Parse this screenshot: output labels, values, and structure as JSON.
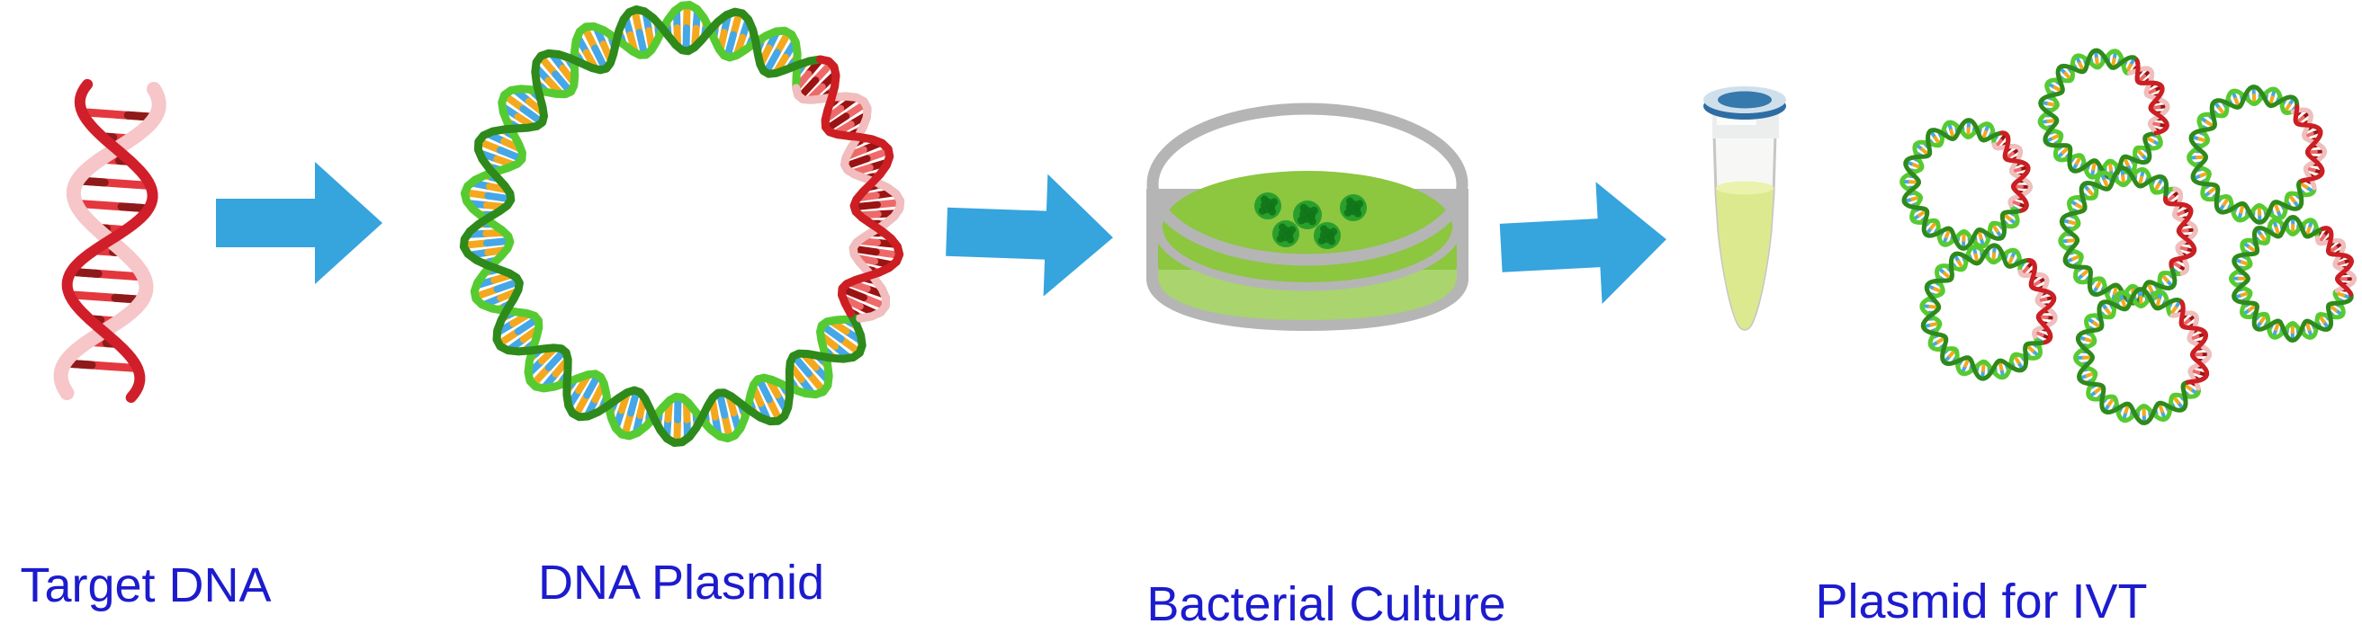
{
  "figure": {
    "type": "workflow-diagram",
    "stages": [
      {
        "label": "Target DNA",
        "icon": "dna-double-helix"
      },
      {
        "label": "DNA Plasmid",
        "icon": "plasmid-ring"
      },
      {
        "label": "Bacterial Culture",
        "icon": "petri-dish"
      },
      {
        "label": "Plasmid for IVT",
        "icon": "plasmid-ring-group"
      }
    ],
    "connector_icon": "arrow-right",
    "connector_count": 3,
    "plasmid_copies_shown": 7,
    "colony_count": 5
  },
  "colors": {
    "background": "#ffffff",
    "label_text": "#1c1bce",
    "arrow_blue": "#36a4dd",
    "helix_green_light": "#56cb31",
    "helix_green_dark": "#2e8a1b",
    "helix_pink": "#f3bcbf",
    "helix_red": "#cf1d24",
    "rung_blue": "#45a7e6",
    "rung_orange": "#f4a81d",
    "rung_red_dark": "#9b1313",
    "rung_red_light": "#ee6a6a",
    "target_dna_red": "#d01f2a",
    "target_dna_pink": "#f6c6c9",
    "target_rung": "#e4383f",
    "target_rung_dark": "#8e1a1a",
    "dish_gray": "#b5b5b5",
    "agar_green": "#8dc63f",
    "agar_green_light": "#a9d46e",
    "colony_green": "#2aa02c",
    "colony_green_dark": "#11761a",
    "tube_body": "#f7f8f5",
    "tube_outline": "#c6c6c6",
    "tube_liquid": "#dde98e",
    "tube_liquid_top": "#eaf2ae",
    "tube_cap_light": "#cfe0ec",
    "tube_cap_blue": "#3579ad",
    "tube_cap_dark": "#2e6da4",
    "tube_collar": "#eceeee"
  }
}
